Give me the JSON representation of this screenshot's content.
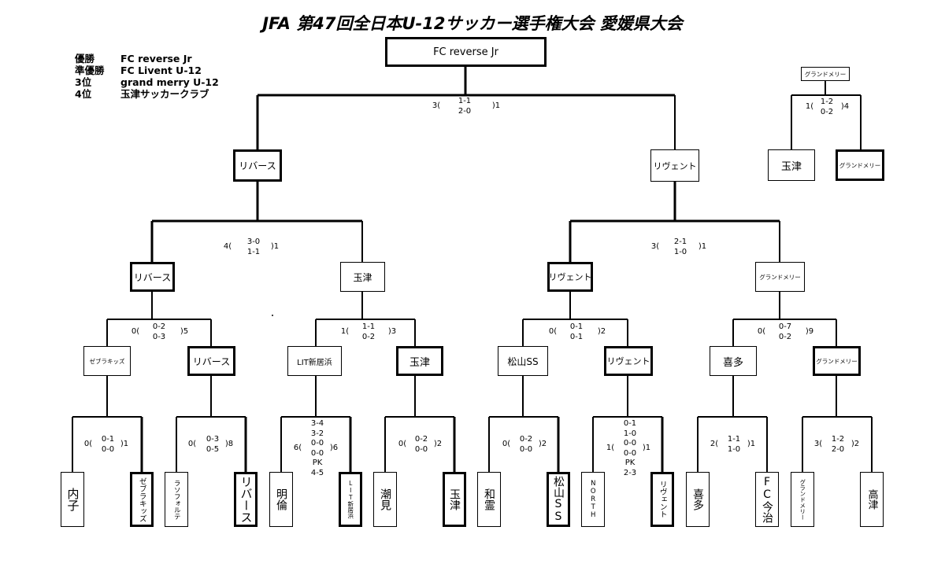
{
  "title": "JFA 第47回全日本U-12サッカー選手権大会 愛媛県大会",
  "results": [
    {
      "rank": "優勝",
      "team": "FC reverse Jr"
    },
    {
      "rank": "準優勝",
      "team": "FC Livent U-12"
    },
    {
      "rank": "3位",
      "team": "grand merry U-12"
    },
    {
      "rank": "4位",
      "team": "玉津サッカークラブ"
    }
  ],
  "boxes": {
    "champion": "FC reverse Jr",
    "sf_l": "リバース",
    "sf_r": "リヴェント",
    "third_winner": "グランドメリー",
    "third_a": "玉津",
    "third_b": "グランドメリー",
    "qf1": "リバース",
    "qf2": "玉津",
    "qf3": "リヴェント",
    "qf4": "グランドメリー",
    "r2_1": "ゼブラキッズ",
    "r2_2": "リバース",
    "r2_3": "LIT新居浜",
    "r2_4": "玉津",
    "r2_5": "松山SS",
    "r2_6": "リヴェント",
    "r2_7": "喜多",
    "r2_8": "グランドメリー",
    "t1": "内子",
    "t2": "ゼブラキッズ",
    "t3": "ラソフォルテ",
    "t4": "リバース",
    "t5": "明倫",
    "t6": "LIT新居浜",
    "t7": "潮見",
    "t8": "玉津",
    "t9": "和霊",
    "t10": "松山SS",
    "t11": "NORTH",
    "t12": "リヴェント",
    "t13": "喜多",
    "t14": "FC今治",
    "t15": "グランドメリー",
    "t16": "高津"
  },
  "scores": {
    "final": {
      "left": "3(",
      "halves": [
        "1-1",
        "2-0"
      ],
      "right": ")1"
    },
    "third": {
      "left": "1(",
      "halves": [
        "1-2",
        "0-2"
      ],
      "right": ")4"
    },
    "sf_l": {
      "left": "4(",
      "halves": [
        "3-0",
        "1-1"
      ],
      "right": ")1"
    },
    "sf_r": {
      "left": "3(",
      "halves": [
        "2-1",
        "1-0"
      ],
      "right": ")1"
    },
    "qf1": {
      "left": "0(",
      "halves": [
        "0-2",
        "0-3"
      ],
      "right": ")5"
    },
    "qf2": {
      "left": "1(",
      "halves": [
        "1-1",
        "0-2"
      ],
      "right": ")3"
    },
    "qf3": {
      "left": "0(",
      "halves": [
        "0-1",
        "0-1"
      ],
      "right": ")2"
    },
    "qf4": {
      "left": "0(",
      "halves": [
        "0-7",
        "0-2"
      ],
      "right": ")9"
    },
    "r1_1": {
      "left": "0(",
      "halves": [
        "0-1",
        "0-0"
      ],
      "right": ")1"
    },
    "r1_2": {
      "left": "0(",
      "halves": [
        "0-3",
        "0-5"
      ],
      "right": ")8"
    },
    "r1_3": {
      "left": "6(",
      "halves": [
        "3-4",
        "3-2",
        "0-0",
        "0-0",
        "PK",
        "4-5"
      ],
      "right": ")6"
    },
    "r1_4": {
      "left": "0(",
      "halves": [
        "0-2",
        "0-0"
      ],
      "right": ")2"
    },
    "r1_5": {
      "left": "0(",
      "halves": [
        "0-2",
        "0-0"
      ],
      "right": ")2"
    },
    "r1_6": {
      "left": "1(",
      "halves": [
        "0-1",
        "1-0",
        "0-0",
        "0-0",
        "PK",
        "2-3"
      ],
      "right": ")1"
    },
    "r1_7": {
      "left": "2(",
      "halves": [
        "1-1",
        "1-0"
      ],
      "right": ")1"
    },
    "r1_8": {
      "left": "3(",
      "halves": [
        "1-2",
        "2-0"
      ],
      "right": ")2"
    }
  }
}
